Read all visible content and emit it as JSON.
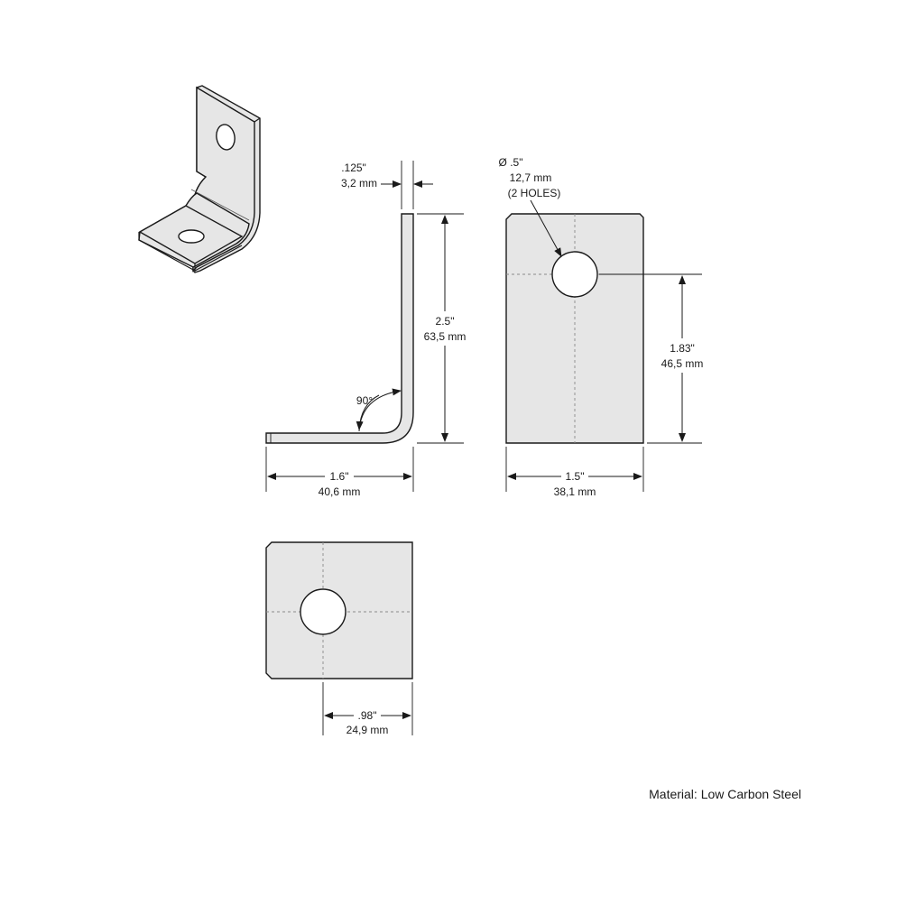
{
  "dimensions": {
    "thickness": {
      "in": ".125\"",
      "mm": "3,2 mm"
    },
    "height": {
      "in": "2.5\"",
      "mm": "63,5 mm"
    },
    "angle": "90°",
    "base_length": {
      "in": "1.6\"",
      "mm": "40,6 mm"
    },
    "hole": {
      "in": "Ø .5\"",
      "mm": "12,7 mm",
      "note": "(2 HOLES)"
    },
    "hole_height": {
      "in": "1.83\"",
      "mm": "46,5 mm"
    },
    "width": {
      "in": "1.5\"",
      "mm": "38,1 mm"
    },
    "hole_offset": {
      "in": ".98\"",
      "mm": "24,9 mm"
    }
  },
  "material": "Material: Low Carbon Steel",
  "colors": {
    "part_fill": "#e6e6e6",
    "line": "#1a1a1a",
    "centerline": "#8a8a8a"
  }
}
